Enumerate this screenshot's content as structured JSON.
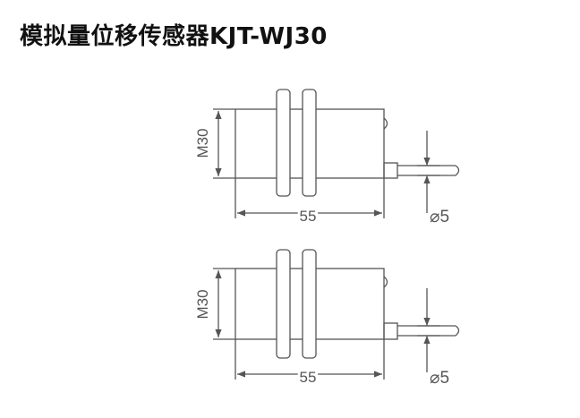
{
  "title": "模拟量位移传感器KJT-WJ30",
  "colors": {
    "line": "#555555",
    "title": "#111111",
    "background": "#ffffff"
  },
  "views": [
    {
      "thread_label": "M30",
      "length_label": "55",
      "cable_label": "⌀5"
    },
    {
      "thread_label": "M30",
      "length_label": "55",
      "cable_label": "⌀5"
    }
  ]
}
